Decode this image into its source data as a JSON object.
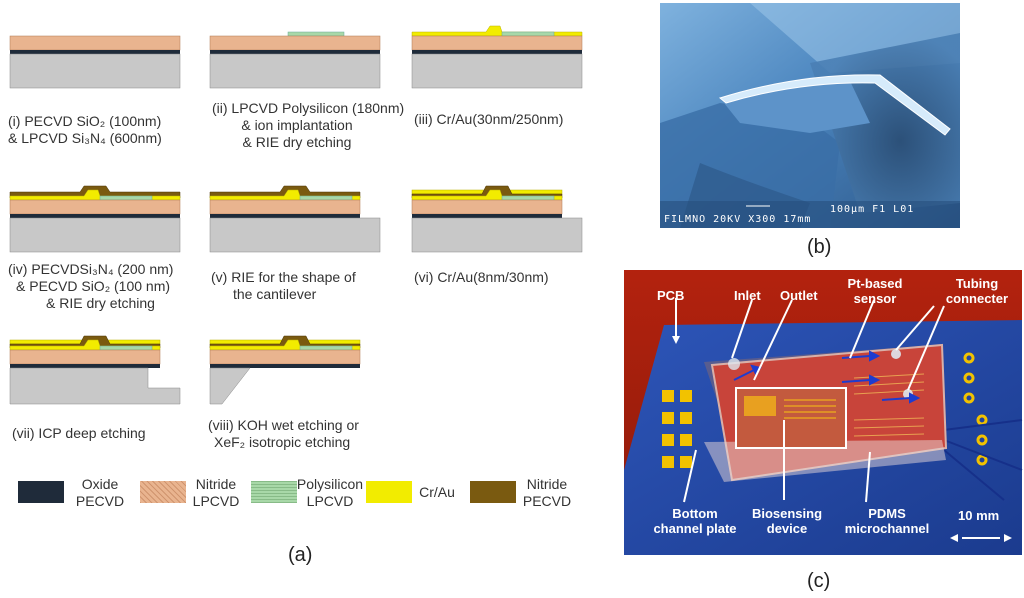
{
  "panel_a": {
    "label": "(a)",
    "steps": [
      {
        "id": "i",
        "lines": [
          "(i) PECVD SiO₂ (100nm)",
          "& LPCVD Si₃N₄ (600nm)"
        ]
      },
      {
        "id": "ii",
        "lines": [
          "(ii) LPCVD Polysilicon (180nm)",
          "& ion implantation",
          "& RIE dry etching"
        ]
      },
      {
        "id": "iii",
        "lines": [
          "(iii) Cr/Au(30nm/250nm)"
        ]
      },
      {
        "id": "iv",
        "lines": [
          "(iv) PECVDSi₃N₄ (200 nm)",
          "& PECVD SiO₂ (100 nm)",
          "& RIE dry etching"
        ]
      },
      {
        "id": "v",
        "lines": [
          "(v) RIE for the shape of",
          "the cantilever"
        ]
      },
      {
        "id": "vi",
        "lines": [
          "(vi) Cr/Au(8nm/30nm)"
        ]
      },
      {
        "id": "vii",
        "lines": [
          "(vii) ICP deep etching"
        ]
      },
      {
        "id": "viii",
        "lines": [
          "(viii) KOH wet etching or",
          "XeF₂ isotropic etching"
        ]
      }
    ],
    "legend": [
      {
        "lines": [
          "Oxide",
          "PECVD"
        ],
        "color": "#1f2b3a"
      },
      {
        "lines": [
          "Nitride",
          "LPCVD"
        ],
        "color": "#e9b48f"
      },
      {
        "lines": [
          "Polysilicon",
          "LPCVD"
        ],
        "color": "#a8d8a8"
      },
      {
        "lines": [
          "Cr/Au"
        ],
        "color": "#f2ec00"
      },
      {
        "lines": [
          "Nitride",
          "PECVD"
        ],
        "color": "#7a5a10"
      }
    ]
  },
  "panel_b": {
    "label": "(b)",
    "sem_info": {
      "line1": "100µm  F1  L01",
      "line2": "FILMNO    20KV    X300  17mm"
    }
  },
  "panel_c": {
    "label": "(c)",
    "callouts": {
      "pcb": "PCB",
      "inlet": "Inlet",
      "outlet": "Outlet",
      "pt_sensor": [
        "Pt-based",
        "sensor"
      ],
      "tubing": [
        "Tubing",
        "connecter"
      ],
      "bottom_plate": [
        "Bottom",
        "channel plate"
      ],
      "biosensing": [
        "Biosensing",
        "device"
      ],
      "pdms": [
        "PDMS",
        "microchannel"
      ],
      "scale": "10 mm"
    }
  }
}
